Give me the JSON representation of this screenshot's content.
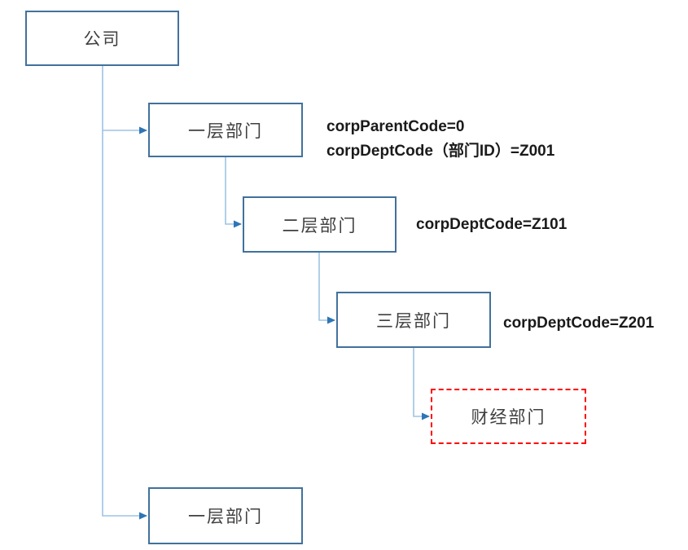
{
  "colors": {
    "background": "#FFFFFF",
    "box-border": "#41719C",
    "connector": "#9DC3E6",
    "arrowhead": "#2E75B6",
    "highlight-border": "#FF0000",
    "node-text": "#3F3F3F",
    "annotation-text": "#1A1A1A"
  },
  "diagram": {
    "type": "org-hierarchy-flowchart",
    "nodes": [
      {
        "id": "company",
        "label": "公司"
      },
      {
        "id": "dept-level1-top",
        "label": "一层部门"
      },
      {
        "id": "dept-level2",
        "label": "二层部门"
      },
      {
        "id": "dept-level3",
        "label": "三层部门"
      },
      {
        "id": "dept-finance",
        "label": "财经部门",
        "highlighted": true
      },
      {
        "id": "dept-level1-bottom",
        "label": "一层部门"
      }
    ],
    "annotations": [
      {
        "target": "dept-level1-top",
        "lines": [
          "corpParentCode=0",
          "corpDeptCode（部门ID）=Z001"
        ]
      },
      {
        "target": "dept-level2",
        "lines": [
          "corpDeptCode=Z101"
        ]
      },
      {
        "target": "dept-level3",
        "lines": [
          "corpDeptCode=Z201"
        ]
      }
    ]
  }
}
